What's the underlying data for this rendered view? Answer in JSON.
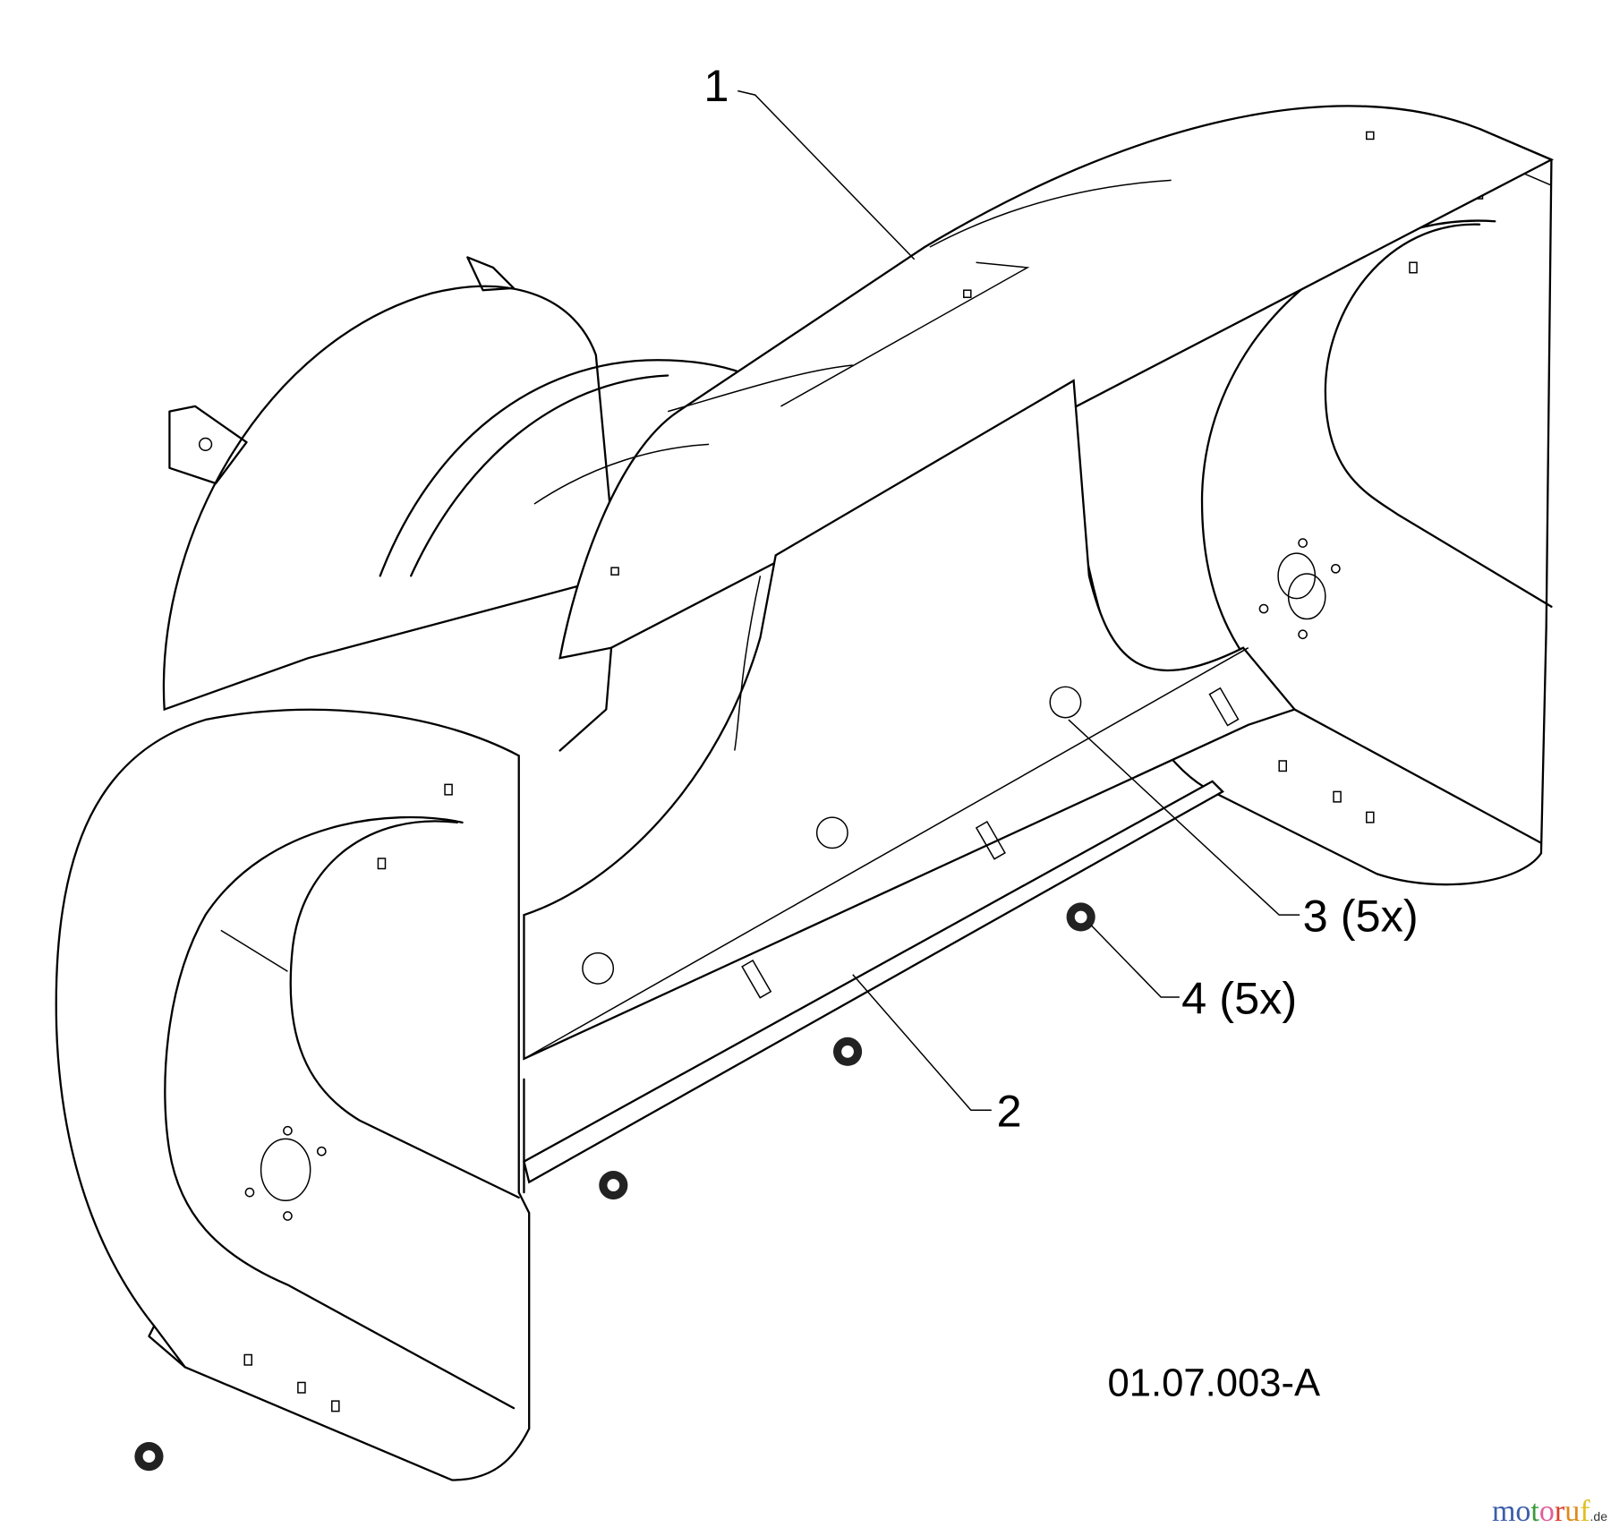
{
  "diagram": {
    "drawing_code": "01.07.003-A",
    "callouts": [
      {
        "id": "1",
        "label": "1"
      },
      {
        "id": "2",
        "label": "2"
      },
      {
        "id": "3",
        "label": "3 (5x)"
      },
      {
        "id": "4",
        "label": "4 (5x)"
      }
    ]
  },
  "watermark": {
    "text": "motoruf",
    "suffix": ".de",
    "letter_colors": [
      "#3b5ea8",
      "#3b5ea8",
      "#3a9a3a",
      "#e0609a",
      "#d8402a",
      "#e08a1a",
      "#e0c020"
    ]
  }
}
